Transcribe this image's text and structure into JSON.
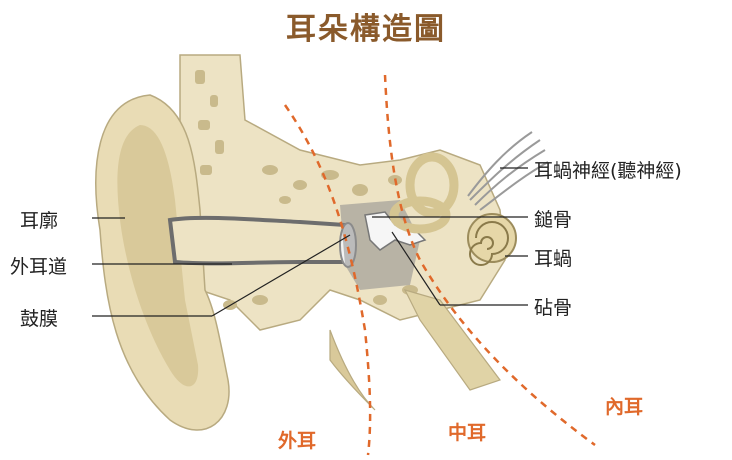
{
  "title": "耳朵構造圖",
  "colors": {
    "title": "#8a5a2b",
    "region": "#e0692b",
    "bone": "#ede3c4",
    "bone_dark": "#cfc29a",
    "skin": "#e9dcb5",
    "canal": "#6d6d6d",
    "outline": "#3a3a3a"
  },
  "labels": {
    "pinna": "耳廓",
    "ear_canal": "外耳道",
    "eardrum": "鼓膜",
    "cochlear_nerve": "耳蝸神經(聽神經)",
    "malleus": "鎚骨",
    "cochlea": "耳蝸",
    "incus": "砧骨"
  },
  "regions": {
    "outer": "外耳",
    "middle": "中耳",
    "inner": "內耳"
  }
}
